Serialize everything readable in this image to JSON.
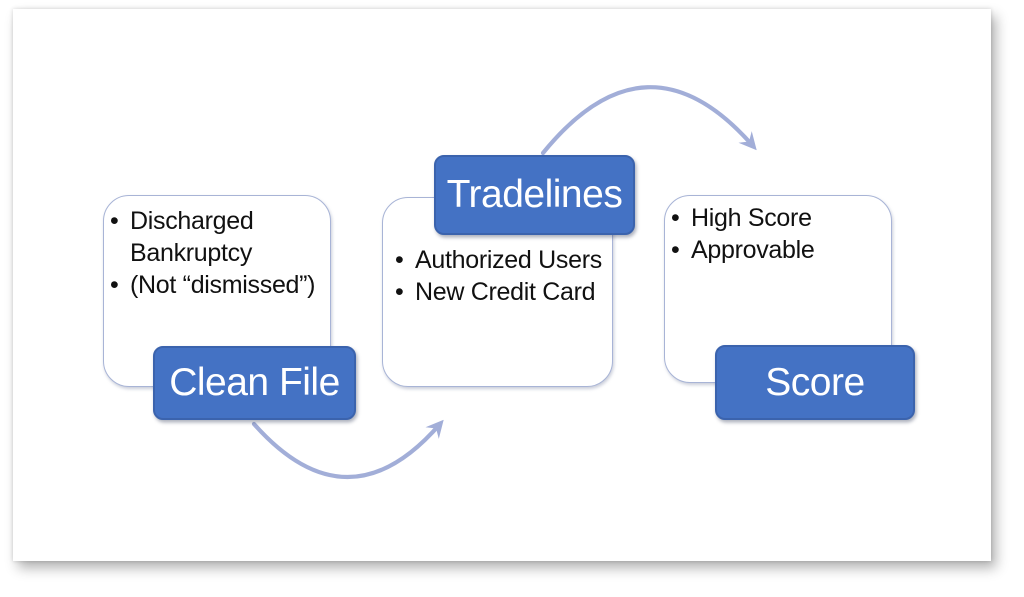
{
  "diagram": {
    "type": "flow",
    "bullet_char": "•",
    "colors": {
      "step_label_fill": "#4472C4",
      "step_label_text": "#FFFFFF",
      "content_box_border": "#A8B4D6",
      "arrow": "#A2AED8",
      "bullet_text": "#111111"
    },
    "steps": [
      {
        "label": "Clean File",
        "label_position": "bottom",
        "bullets": [
          "Discharged Bankruptcy",
          "(Not “dismissed”)"
        ]
      },
      {
        "label": "Tradelines",
        "label_position": "top",
        "bullets": [
          "Authorized Users",
          "New Credit Card"
        ]
      },
      {
        "label": "Score",
        "label_position": "bottom",
        "bullets": [
          "High Score",
          "Approvable"
        ]
      }
    ],
    "arrows": [
      {
        "name": "clean-file-to-tradelines",
        "shape": "curved-down",
        "direction": "up-right"
      },
      {
        "name": "tradelines-to-score",
        "shape": "curved-up",
        "direction": "down-right"
      }
    ]
  }
}
